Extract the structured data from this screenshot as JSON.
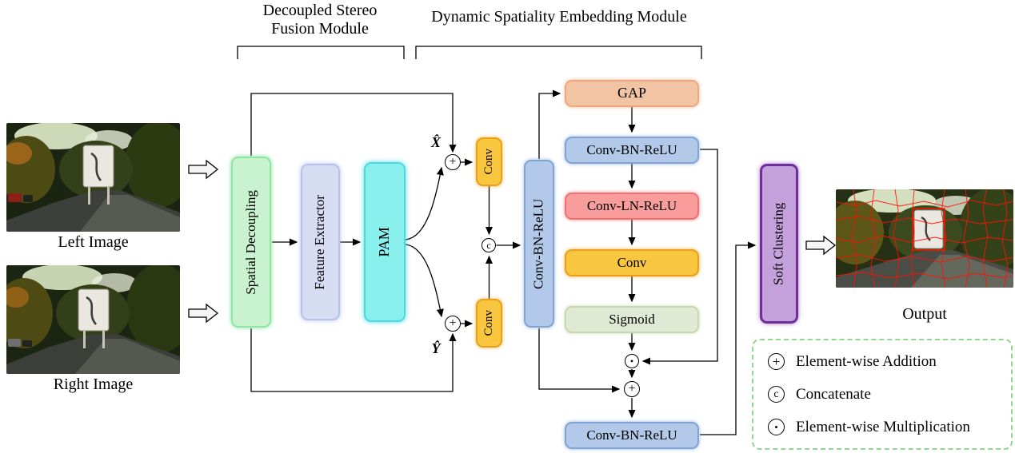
{
  "modules": {
    "dsf_label": "Decoupled Stereo Fusion Module",
    "dse_label": "Dynamic Spatiality Embedding Module"
  },
  "images": {
    "left_label": "Left Image",
    "right_label": "Right Image",
    "output_label": "Output"
  },
  "blocks": {
    "spatial_decoupling": "Spatial Decoupling",
    "feature_extractor": "Feature Extractor",
    "pam": "PAM",
    "conv_top": "Conv",
    "conv_bottom": "Conv",
    "conv_bn_relu_vertical": "Conv-BN-ReLU",
    "gap": "GAP",
    "conv_bn_relu_1": "Conv-BN-ReLU",
    "conv_ln_relu": "Conv-LN-ReLU",
    "conv_mid": "Conv",
    "sigmoid": "Sigmoid",
    "conv_bn_relu_2": "Conv-BN-ReLU",
    "soft_clustering": "Soft Clustering"
  },
  "signals": {
    "x_hat": "X̂",
    "y_hat": "Ŷ"
  },
  "symbols": {
    "add": "+",
    "concat": "c",
    "mul": "•"
  },
  "legend": {
    "items": [
      {
        "symbol": "+",
        "label": "Element-wise Addition"
      },
      {
        "symbol": "c",
        "label": "Concatenate"
      },
      {
        "symbol": "•",
        "label": "Element-wise Multiplication"
      }
    ]
  },
  "colors": {
    "spatial_decoupling": "#c9f3cf",
    "feature_extractor": "#d6ddf3",
    "pam": "#8af0ee",
    "conv": "#f8c63f",
    "conv_bn_relu": "#b3c9e9",
    "gap": "#f3c4a4",
    "conv_ln_relu": "#f89c9c",
    "sigmoid": "#e0e9d4",
    "soft_clustering": "#c5a1dc",
    "legend_border": "#8fd98f",
    "superpixel_overlay": "#ff1200"
  }
}
